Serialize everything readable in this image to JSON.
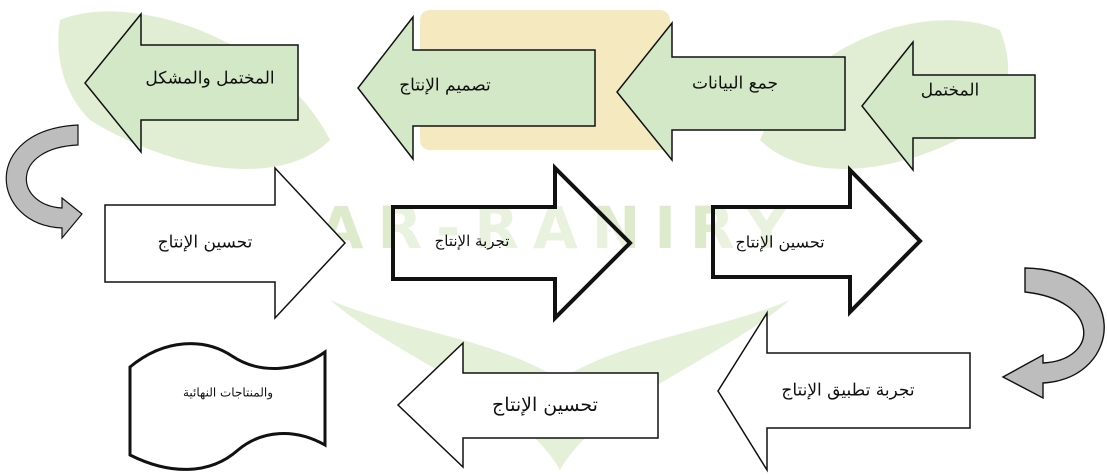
{
  "watermark": {
    "text": "AR-RANIRY",
    "color": "#d8e8c4",
    "leaf_color": "#cfe3b8",
    "emblem_color": "#ecd98a"
  },
  "colors": {
    "highlight_fill": "#d3e8c7",
    "plain_fill": "#ffffff",
    "stroke": "#111111",
    "curve_fill": "#bdbdbd"
  },
  "row1": {
    "step1": "المختمل",
    "step2": "جمع البيانات",
    "step3": "تصميم الإنتاج",
    "step4": "المختمل والمشكل"
  },
  "row2": {
    "step1": "تحسين الإنتاج",
    "step2": "تجربة الإنتاج",
    "step3": "تحسين الإنتاج"
  },
  "row3": {
    "step1": "تجربة تطبيق الإنتاج",
    "step2": "تحسين الإنتاج",
    "final_document": "والمنتاجات النهائية"
  }
}
